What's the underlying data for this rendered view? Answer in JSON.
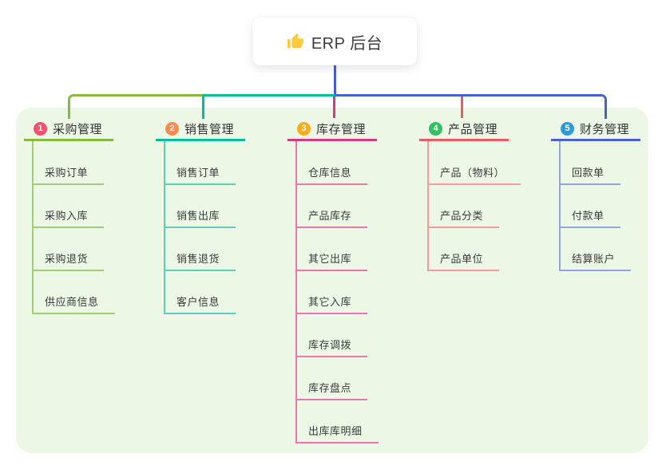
{
  "root": {
    "label": "ERP 后台",
    "icon": "thumbs-up"
  },
  "colors": {
    "background": "#ffffff",
    "panel": "#ECF7E6",
    "root_line": "#4A5EC8",
    "title_text": "#3C3C3C",
    "thumb": "#FFC83D"
  },
  "groups": [
    {
      "badge": "1",
      "label": "采购管理",
      "badge_color": "#F0516C",
      "line_color": "#82BC3F",
      "child_line_color": "#9FCE77",
      "children": [
        "采购订单",
        "采购入库",
        "采购退货",
        "供应商信息"
      ]
    },
    {
      "badge": "2",
      "label": "销售管理",
      "badge_color": "#FB8A4C",
      "line_color": "#00BDA5",
      "child_line_color": "#5FCCBE",
      "children": [
        "销售订单",
        "销售出库",
        "销售退货",
        "客户信息"
      ]
    },
    {
      "badge": "3",
      "label": "库存管理",
      "badge_color": "#F7AC1E",
      "line_color": "#D9368B",
      "child_line_color": "#EC74B1",
      "children": [
        "仓库信息",
        "产品库存",
        "其它出库",
        "其它入库",
        "库存调拨",
        "库存盘点",
        "出库库明细"
      ]
    },
    {
      "badge": "4",
      "label": "产品管理",
      "badge_color": "#33C05F",
      "line_color": "#F25A5A",
      "child_line_color": "#F59B9B",
      "children": [
        "产品（物料）",
        "产品分类",
        "产品单位"
      ]
    },
    {
      "badge": "5",
      "label": "财务管理",
      "badge_color": "#2E9BD6",
      "line_color": "#4163D5",
      "child_line_color": "#8FA5DF",
      "children": [
        "回款单",
        "付款单",
        "结算账户"
      ]
    }
  ]
}
